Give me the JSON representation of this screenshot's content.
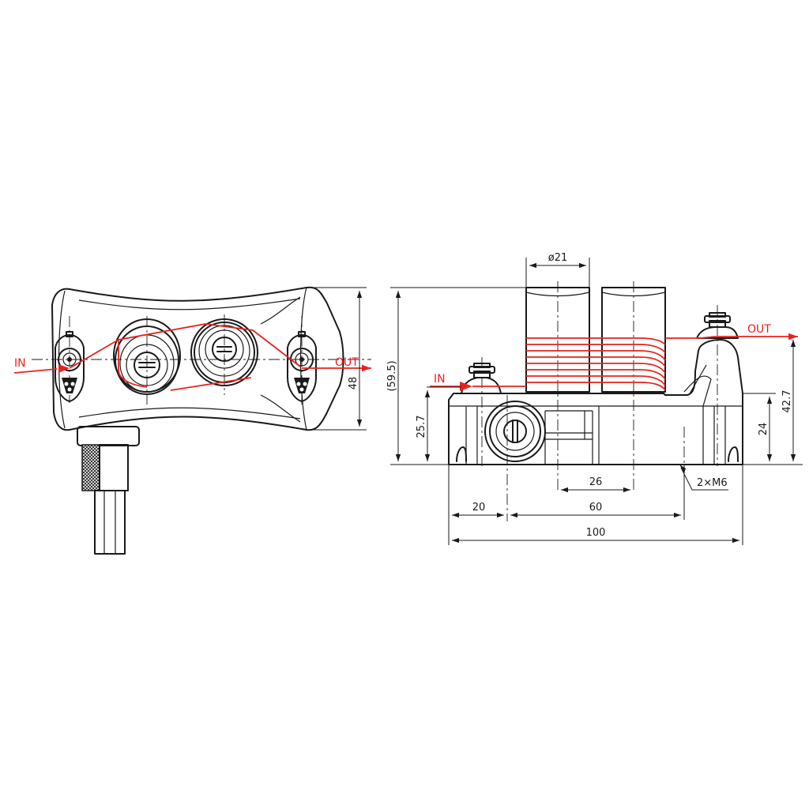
{
  "labels": {
    "in": "IN",
    "out": "OUT"
  },
  "dimensions": {
    "height_48": "48",
    "dia_21": "ø21",
    "height_59_5": "(59.5)",
    "height_25_7": "25.7",
    "pitch_26": "26",
    "off_20": "20",
    "pitch_60": "60",
    "width_100": "100",
    "height_24": "24",
    "height_42_7": "42.7",
    "thread_m6": "2×M6"
  },
  "colors": {
    "wire": "#e8231e",
    "line": "#1a1a1a"
  }
}
